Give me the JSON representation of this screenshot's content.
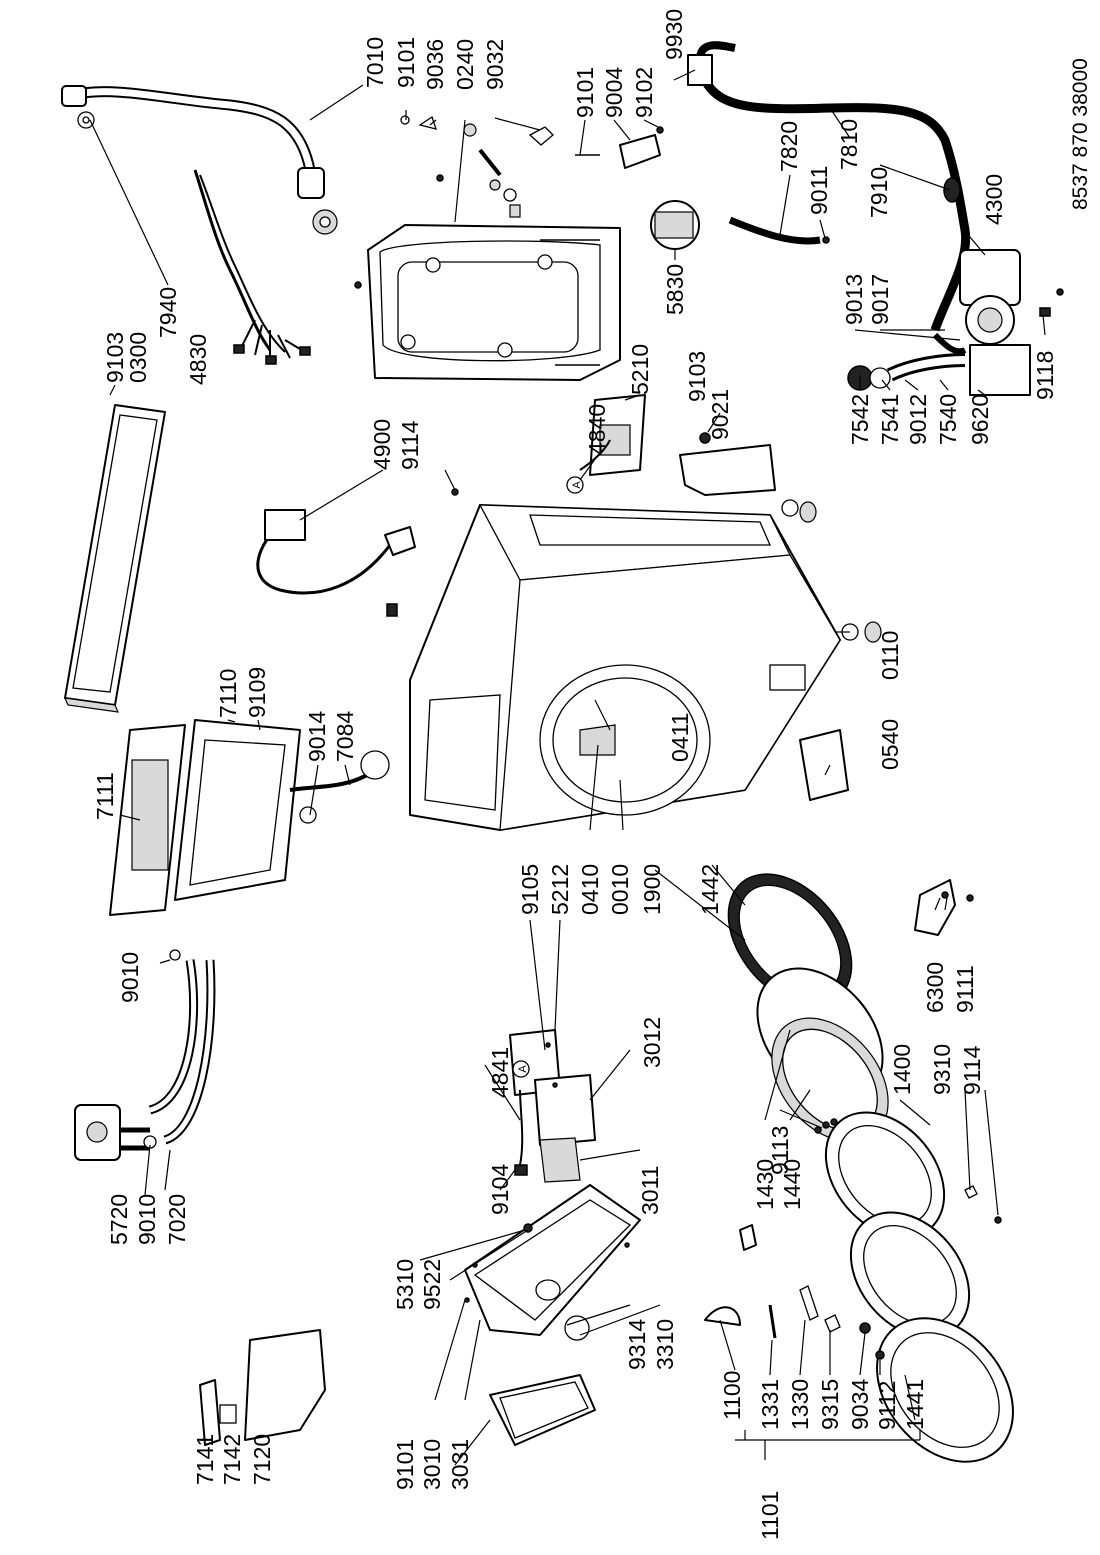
{
  "document_number": "8537 870 38000",
  "callout": "A",
  "parts": [
    {
      "id": "p7010",
      "label": "7010"
    },
    {
      "id": "p9101a",
      "label": "9101"
    },
    {
      "id": "p9036",
      "label": "9036"
    },
    {
      "id": "p0240",
      "label": "0240"
    },
    {
      "id": "p9032",
      "label": "9032"
    },
    {
      "id": "p9101b",
      "label": "9101"
    },
    {
      "id": "p9004",
      "label": "9004"
    },
    {
      "id": "p9102",
      "label": "9102"
    },
    {
      "id": "p9930",
      "label": "9930"
    },
    {
      "id": "p7820",
      "label": "7820"
    },
    {
      "id": "p9011",
      "label": "9011"
    },
    {
      "id": "p7810",
      "label": "7810"
    },
    {
      "id": "p7910",
      "label": "7910"
    },
    {
      "id": "p4300",
      "label": "4300"
    },
    {
      "id": "p5830",
      "label": "5830"
    },
    {
      "id": "p9013",
      "label": "9013"
    },
    {
      "id": "p9017",
      "label": "9017"
    },
    {
      "id": "p9103a",
      "label": "9103"
    },
    {
      "id": "p0300",
      "label": "0300"
    },
    {
      "id": "p7940",
      "label": "7940"
    },
    {
      "id": "p4830",
      "label": "4830"
    },
    {
      "id": "p5210",
      "label": "5210"
    },
    {
      "id": "p9103b",
      "label": "9103"
    },
    {
      "id": "p9021",
      "label": "9021"
    },
    {
      "id": "p4840",
      "label": "4840"
    },
    {
      "id": "p4900",
      "label": "4900"
    },
    {
      "id": "p9114a",
      "label": "9114"
    },
    {
      "id": "p7542",
      "label": "7542"
    },
    {
      "id": "p7541",
      "label": "7541"
    },
    {
      "id": "p9012",
      "label": "9012"
    },
    {
      "id": "p7540",
      "label": "7540"
    },
    {
      "id": "p9620",
      "label": "9620"
    },
    {
      "id": "p9118",
      "label": "9118"
    },
    {
      "id": "p7111",
      "label": "7111"
    },
    {
      "id": "p7110",
      "label": "7110"
    },
    {
      "id": "p9109",
      "label": "9109"
    },
    {
      "id": "p9014",
      "label": "9014"
    },
    {
      "id": "p7084",
      "label": "7084"
    },
    {
      "id": "p0110",
      "label": "0110"
    },
    {
      "id": "p0411",
      "label": "0411"
    },
    {
      "id": "p0540",
      "label": "0540"
    },
    {
      "id": "p9010a",
      "label": "9010"
    },
    {
      "id": "p9105",
      "label": "9105"
    },
    {
      "id": "p5212",
      "label": "5212"
    },
    {
      "id": "p0410",
      "label": "0410"
    },
    {
      "id": "p0010",
      "label": "0010"
    },
    {
      "id": "p1900",
      "label": "1900"
    },
    {
      "id": "p1442",
      "label": "1442"
    },
    {
      "id": "p6300",
      "label": "6300"
    },
    {
      "id": "p9111",
      "label": "9111"
    },
    {
      "id": "p4841",
      "label": "4841"
    },
    {
      "id": "p3012",
      "label": "3012"
    },
    {
      "id": "p1430",
      "label": "1430"
    },
    {
      "id": "p1440",
      "label": "1440"
    },
    {
      "id": "p1400",
      "label": "1400"
    },
    {
      "id": "p9310",
      "label": "9310"
    },
    {
      "id": "p9114b",
      "label": "9114"
    },
    {
      "id": "p5720",
      "label": "5720"
    },
    {
      "id": "p9010b",
      "label": "9010"
    },
    {
      "id": "p7020",
      "label": "7020"
    },
    {
      "id": "p9104",
      "label": "9104"
    },
    {
      "id": "p3011",
      "label": "3011"
    },
    {
      "id": "p9113",
      "label": "9113"
    },
    {
      "id": "p5310",
      "label": "5310"
    },
    {
      "id": "p9522",
      "label": "9522"
    },
    {
      "id": "p9314",
      "label": "9314"
    },
    {
      "id": "p3310",
      "label": "3310"
    },
    {
      "id": "p1100",
      "label": "1100"
    },
    {
      "id": "p1331",
      "label": "1331"
    },
    {
      "id": "p1330",
      "label": "1330"
    },
    {
      "id": "p9315",
      "label": "9315"
    },
    {
      "id": "p9034",
      "label": "9034"
    },
    {
      "id": "p9112",
      "label": "9112"
    },
    {
      "id": "p1441",
      "label": "1441"
    },
    {
      "id": "p7141",
      "label": "7141"
    },
    {
      "id": "p7142",
      "label": "7142"
    },
    {
      "id": "p7120",
      "label": "7120"
    },
    {
      "id": "p9101c",
      "label": "9101"
    },
    {
      "id": "p3010",
      "label": "3010"
    },
    {
      "id": "p3031",
      "label": "3031"
    },
    {
      "id": "p1101",
      "label": "1101"
    }
  ]
}
